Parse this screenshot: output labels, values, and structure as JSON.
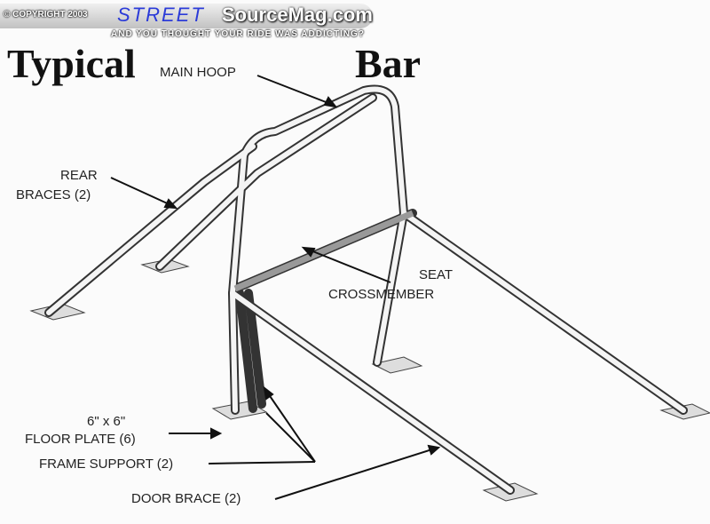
{
  "title": {
    "left": "Typical",
    "right": "Bar"
  },
  "watermark": {
    "copyright": "© COPYRIGHT 2003",
    "street": "STREET",
    "site": "SourceMag.com",
    "tagline": "AND YOU THOUGHT YOUR RIDE WAS ADDICTING?"
  },
  "labels": {
    "main_hoop": "MAIN HOOP",
    "rear_braces_1": "REAR",
    "rear_braces_2": "BRACES (2)",
    "seat_1": "SEAT",
    "seat_2": "CROSSMEMBER",
    "floor_plate_1": "6\" x 6\"",
    "floor_plate_2": "FLOOR PLATE (6)",
    "frame_support": "FRAME SUPPORT (2)",
    "door_brace": "DOOR BRACE (2)"
  }
}
